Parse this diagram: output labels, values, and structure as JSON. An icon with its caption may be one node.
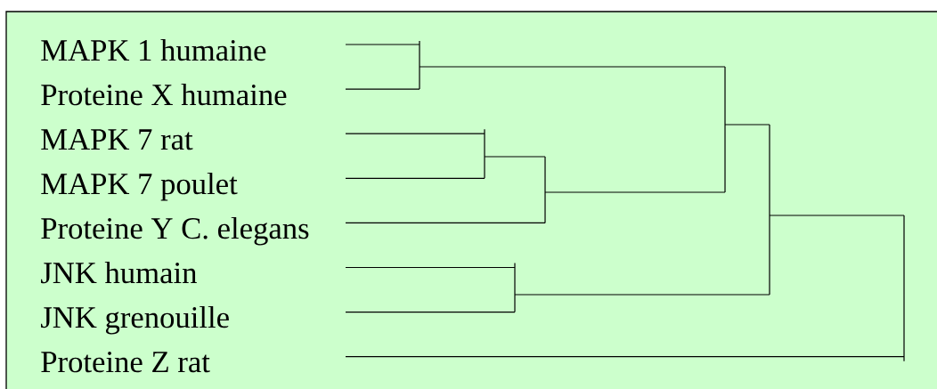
{
  "diagram": {
    "labels": [
      "MAPK 1 humaine",
      "Proteine X humaine",
      "MAPK 7 rat",
      "MAPK 7 poulet",
      "Proteine Y C. elegans",
      "JNK humain",
      "JNK grenouille",
      "Proteine Z rat"
    ]
  }
}
